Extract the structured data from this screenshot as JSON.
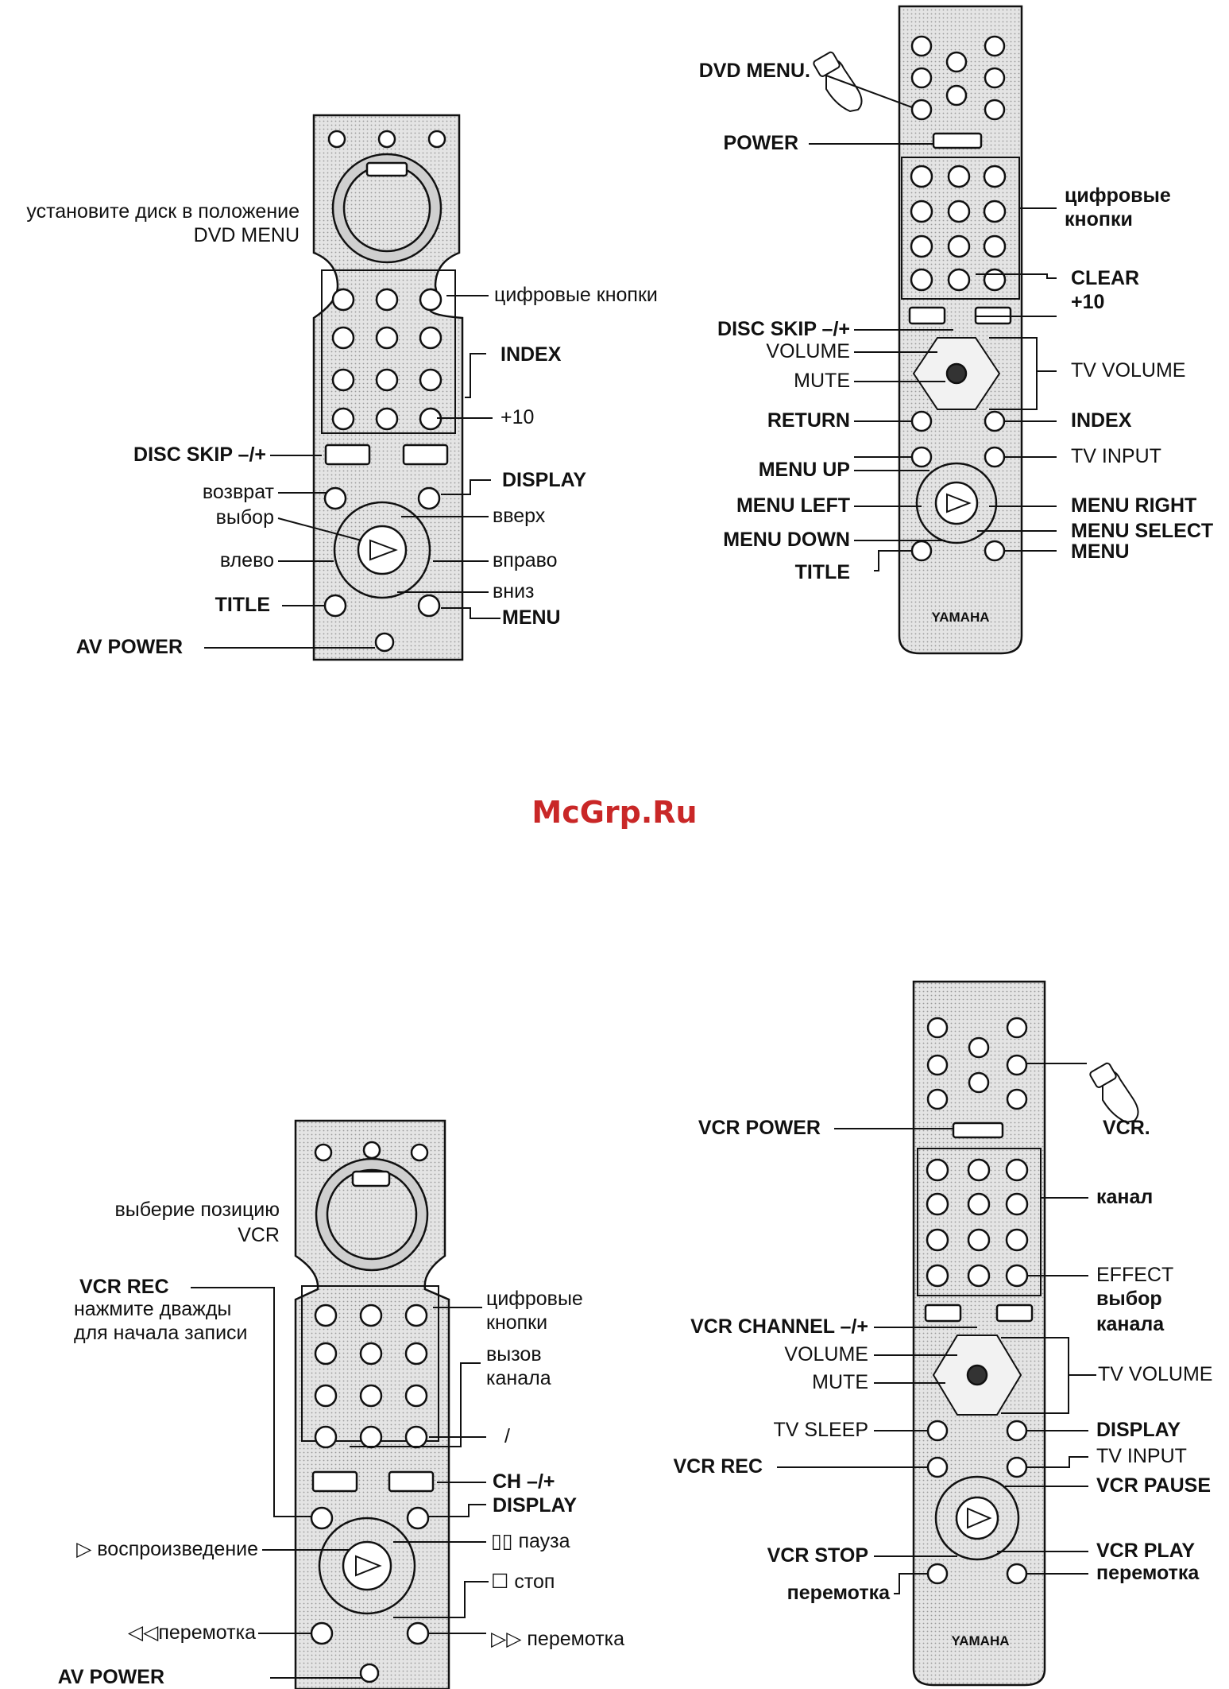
{
  "watermark": "McGrp.Ru",
  "remote": {
    "brand": "YAMAHA",
    "dvd_menu_key": "DVD MENU",
    "vcr_key": "VCR"
  },
  "q1": {
    "disc_instruction": [
      "установите диск в положение",
      "DVD MENU"
    ],
    "numeric_buttons": "цифровые кнопки",
    "index": "INDEX",
    "plus10": "+10",
    "disc_skip": "DISC SKIP –/+",
    "return": "возврат",
    "display": "DISPLAY",
    "select": "выбор",
    "up": "вверх",
    "left": "влево",
    "right": "вправо",
    "down": "вниз",
    "title": "TITLE",
    "menu": "MENU",
    "av_power": "AV POWER"
  },
  "q2": {
    "dvd_menu": "DVD MENU.",
    "power": "POWER",
    "numeric_buttons": [
      "цифровые",
      "кнопки"
    ],
    "clear": "CLEAR",
    "plus10": "+10",
    "disc_skip": "DISC SKIP –/+",
    "volume": "VOLUME",
    "mute": "MUTE",
    "tv_volume": "TV VOLUME",
    "return": "RETURN",
    "index": "INDEX",
    "tv_input": "TV INPUT",
    "menu_up": "MENU UP",
    "menu_left": "MENU LEFT",
    "menu_right": "MENU RIGHT",
    "menu_down": "MENU DOWN",
    "menu_select": "MENU SELECT",
    "title": "TITLE",
    "menu": "MENU"
  },
  "q3": {
    "select_instruction": [
      "выберие позицию",
      "VCR"
    ],
    "vcr_rec": "VCR REC",
    "vcr_rec_note": [
      "нажмите дважды",
      "для начала записи"
    ],
    "numeric_buttons": [
      "цифровые",
      "кнопки"
    ],
    "channel_call": [
      "вызов",
      "канала"
    ],
    "slash": "/",
    "ch": "CH –/+",
    "display": "DISPLAY",
    "play": "▷ воспроизведение",
    "pause": "▯▯ пауза",
    "stop": "☐ стоп",
    "rewind": "◁◁перемотка",
    "ffwd": "▷▷ перемотка",
    "av_power": "AV POWER"
  },
  "q4": {
    "vcr": "VCR.",
    "vcr_power": "VCR POWER",
    "channel": "канал",
    "effect": "EFFECT",
    "channel_select": [
      "выбор",
      "канала"
    ],
    "vcr_channel": "VCR CHANNEL –/+",
    "volume": "VOLUME",
    "mute": "MUTE",
    "tv_volume": "TV VOLUME",
    "tv_sleep": "TV SLEEP",
    "display": "DISPLAY",
    "tv_input": "TV INPUT",
    "vcr_rec": "VCR REC",
    "vcr_pause": "VCR PAUSE",
    "vcr_stop": "VCR STOP",
    "vcr_play": "VCR PLAY",
    "rewind": "перемотка",
    "ffwd": "перемотка"
  }
}
